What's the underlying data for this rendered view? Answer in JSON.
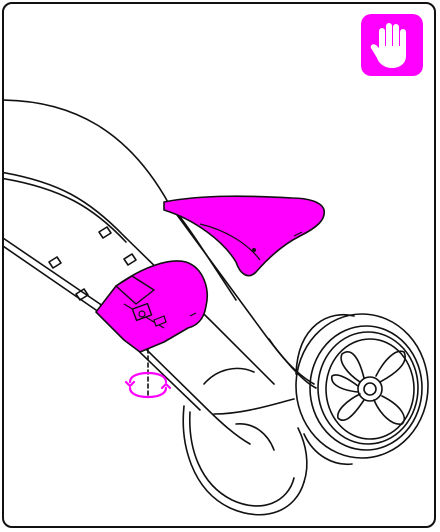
{
  "diagram": {
    "subject": "balance-bike-frame-with-saddle-and-rear-wheel",
    "badge_icon": "hand-stop-icon",
    "colors": {
      "accent": "#ff00ff",
      "line": "#111111",
      "background": "#ffffff",
      "badge_glyph": "#ffffff"
    },
    "parts": [
      {
        "id": "frame-tube",
        "highlight": false
      },
      {
        "id": "saddle",
        "highlight": true
      },
      {
        "id": "front-mount-bracket",
        "highlight": true
      },
      {
        "id": "rear-wheel",
        "highlight": false
      },
      {
        "id": "rotation-symbol",
        "highlight": true,
        "icon": "rotate-arrow-icon"
      }
    ]
  }
}
